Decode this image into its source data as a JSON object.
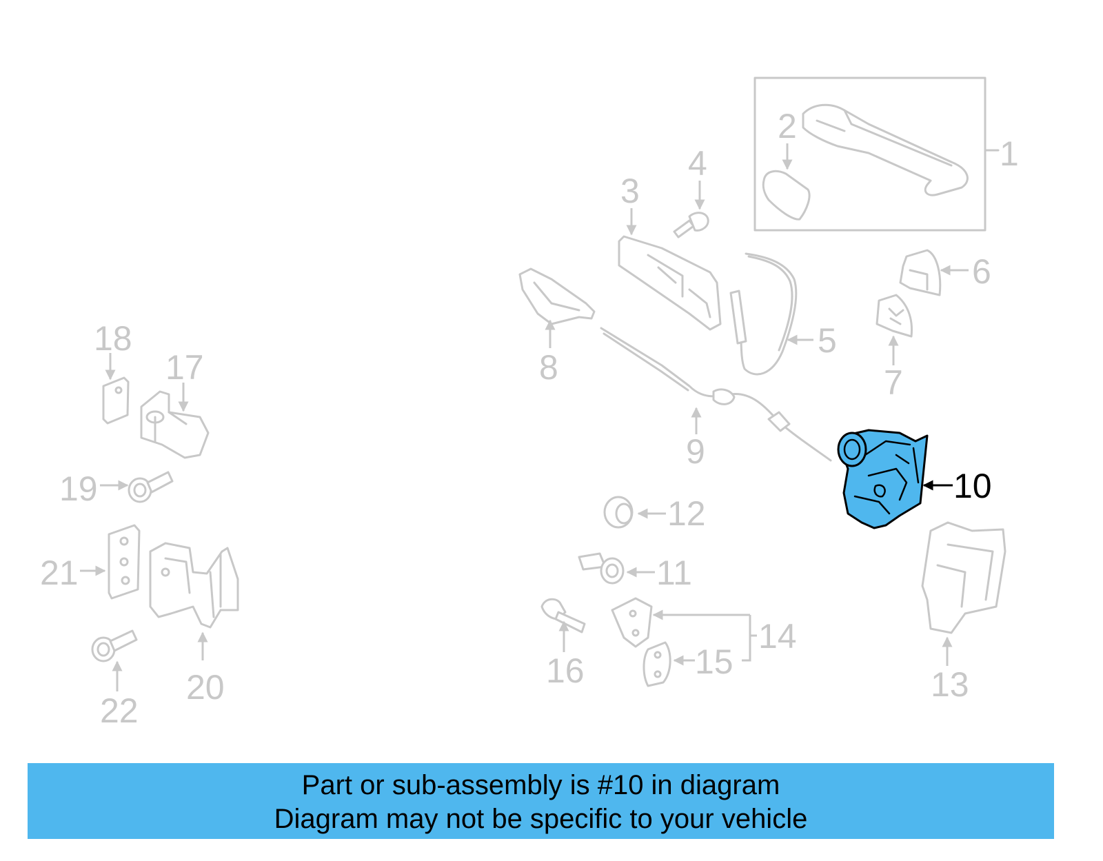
{
  "diagram": {
    "highlight_color": "#4fb7ee",
    "highlighted_part": "10",
    "callouts": [
      "1",
      "2",
      "3",
      "4",
      "5",
      "6",
      "7",
      "8",
      "9",
      "10",
      "11",
      "12",
      "13",
      "14",
      "15",
      "16",
      "17",
      "18",
      "19",
      "20",
      "21",
      "22"
    ]
  },
  "banner": {
    "line1": "Part or sub-assembly is #10 in diagram",
    "line2": "Diagram may not be specific to your vehicle"
  }
}
